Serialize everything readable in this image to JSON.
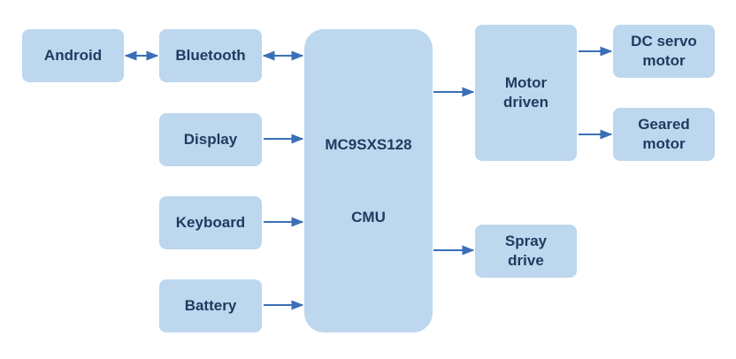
{
  "blocks": {
    "android": "Android",
    "bluetooth": "Bluetooth",
    "display": "Display",
    "keyboard": "Keyboard",
    "battery": "Battery",
    "cmu_line1": "MC9SXS128",
    "cmu_line2": "CMU",
    "motor_line1": "Motor",
    "motor_line2": "driven",
    "dc_line1": "DC servo",
    "dc_line2": "motor",
    "geared_line1": "Geared",
    "geared_line2": "motor",
    "spray_line1": "Spray",
    "spray_line2": "drive"
  },
  "colors": {
    "box_fill": "#bcd7ee",
    "text": "#1f3a5f",
    "arrow": "#3a6fb8"
  }
}
